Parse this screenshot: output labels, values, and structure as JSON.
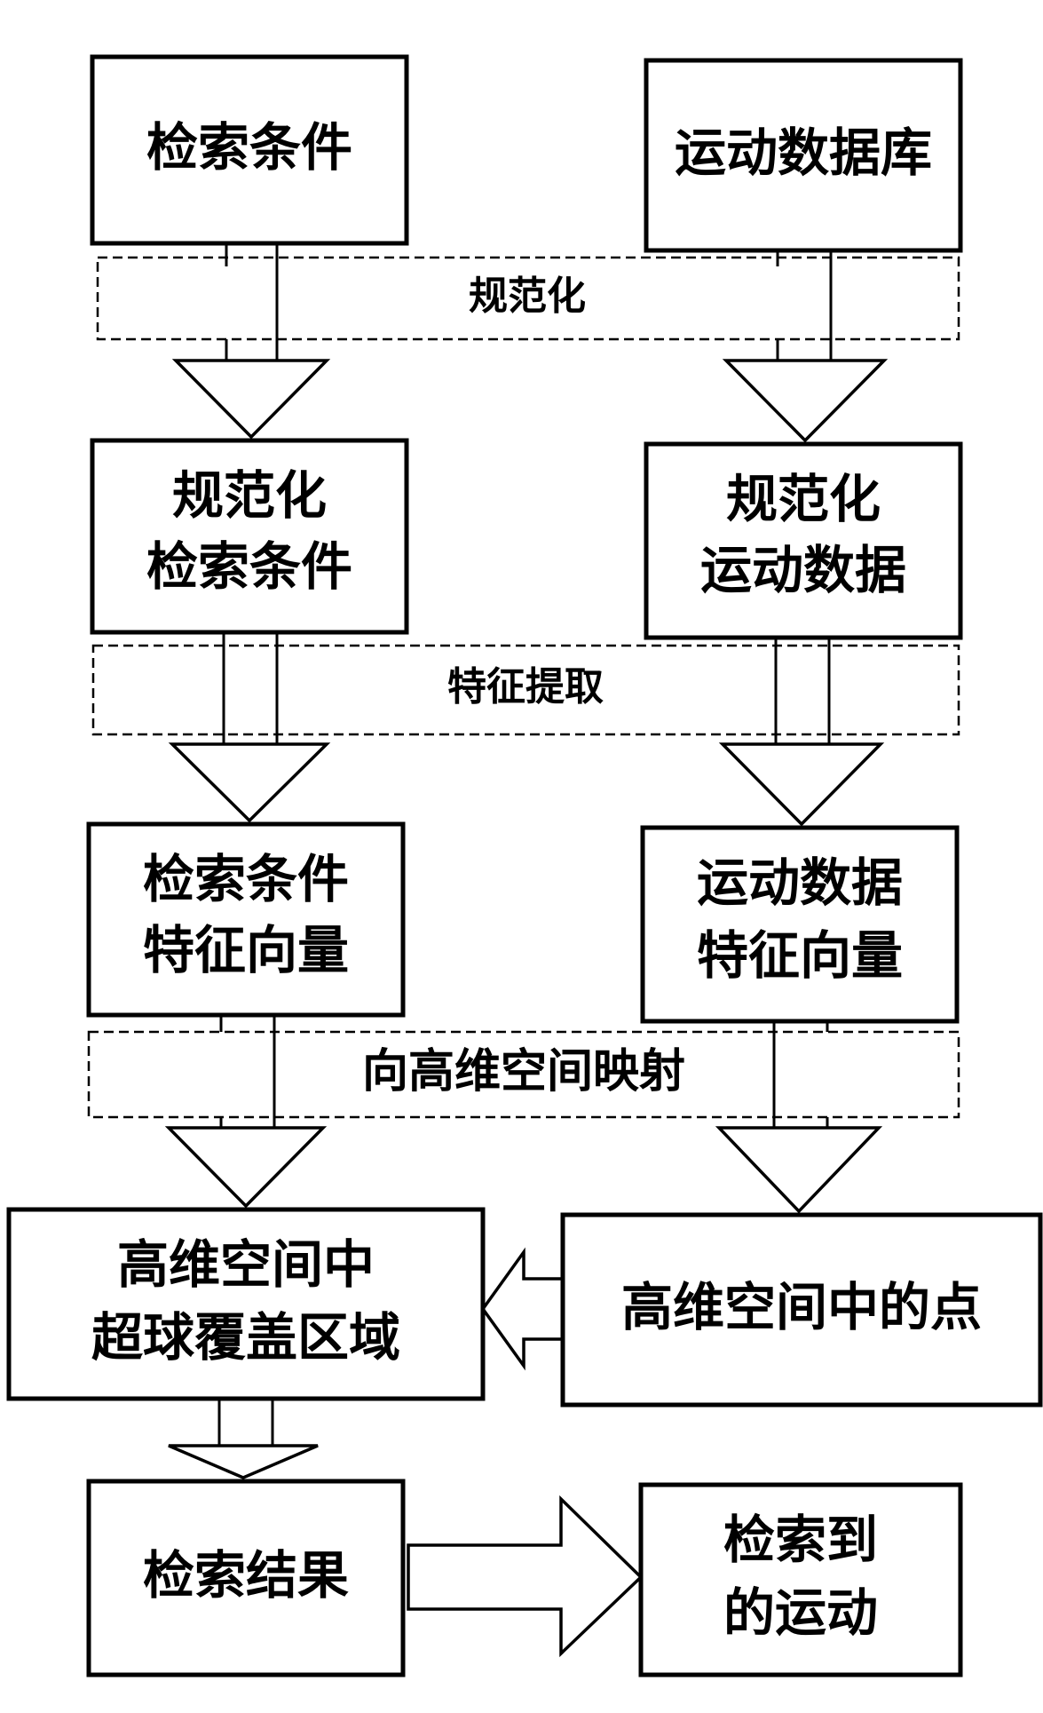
{
  "boxes": {
    "query": "检索条件",
    "database": "运动数据库",
    "norm_query": [
      "规范化",
      "检索条件"
    ],
    "norm_data": [
      "规范化",
      "运动数据"
    ],
    "query_vec": [
      "检索条件",
      "特征向量"
    ],
    "data_vec": [
      "运动数据",
      "特征向量"
    ],
    "hypersphere": [
      "高维空间中",
      "超球覆盖区域"
    ],
    "points": "高维空间中的点",
    "result": "检索结果",
    "retrieved": [
      "检索到",
      "的运动"
    ]
  },
  "steps": {
    "normalize": "规范化",
    "feature_extract": "特征提取",
    "map_high_dim": "向高维空间映射"
  }
}
